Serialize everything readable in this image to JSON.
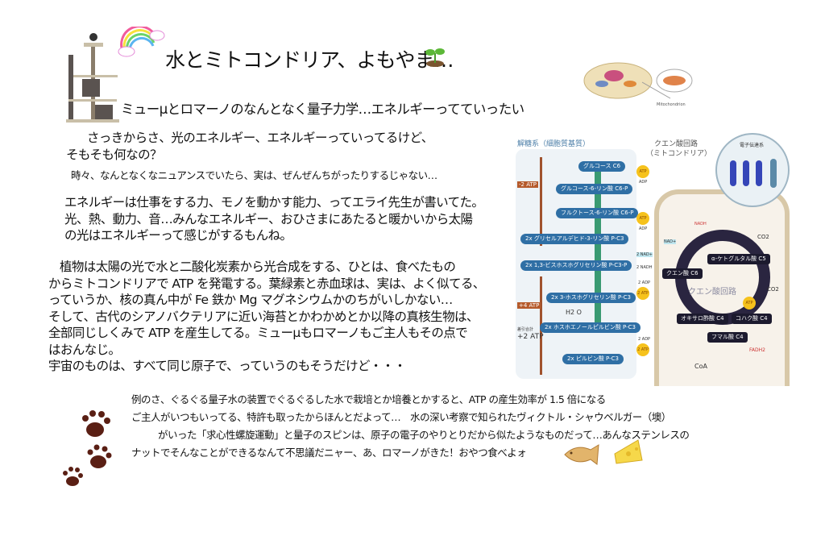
{
  "header": {
    "title": "水とミトコンドリア、よもやま…",
    "subtitle": "ミューμとロマーノのなんとなく量子力学…エネルギーってていったい"
  },
  "body": {
    "para1": [
      "さっきからさ、光のエネルギー、エネルギーっていってるけど、",
      "そもそも何なの？"
    ],
    "para1_note": "時々、なんとなくなニュアンスでいたら、実は、ぜんぜんちがったりするじゃない…",
    "para2": [
      "エネルギーは仕事をする力、モノを動かす能力、ってエライ先生が書いてた。",
      "光、熱、動力、音…みんなエネルギー、おひさまにあたると暖かいから太陽",
      "の光はエネルギーって感じがするもんね。"
    ],
    "para3": [
      "植物は太陽の光で水と二酸化炭素から光合成をする、ひとは、食べたもの",
      "からミトコンドリアで ATP を発電する。葉緑素と赤血球は、実は、よく似てる、",
      "っていうか、核の真ん中が Fe 鉄か Mg マグネシウムかのちがいしかない…",
      "そして、古代のシアノバクテリアに近い海苔とかわかめとか以降の真核生物は、",
      "全部同じしくみで ATP を産生してる。ミューμもロマーノもご主人もその点で",
      "はおんなじ。",
      "宇宙のものは、すべて同じ原子で、っていうのもそうだけど・・・"
    ],
    "bottom": [
      "例のさ、ぐるぐる量子水の装置でぐるぐるした水で栽培とか培養とかすると、ATP の産生効率が 1.5 倍になる",
      "ご主人がいつもいってる、特許も取ったからほんとだよって…　水の深い考察で知られたヴィクトル・シャウベルガー（墺）",
      "がいった「求心性螺旋運動」と量子のスピンは、原子の電子のやりとりだから似たようなものだって…あんなステンレスの",
      "ナットでそんなことができるなんて不思議だニャー、あ、ロマーノがきた！おやつ食べよォ"
    ]
  },
  "figure": {
    "mito_label": "Mitochondrion",
    "glycolysis_title": "解糖系（細胞質基質）",
    "tca_title": [
      "クエン酸回路",
      "（ミトコンドリア）"
    ],
    "etc_title": "電子伝達系",
    "glyco_steps": [
      "グルコース C6",
      "グルコース-6-リン酸 C6-P",
      "フルクトース-6-リン酸 C6-P",
      "2x グリセルアルデヒド-3-リン酸 P-C3",
      "2x 1,3-ビスホスホグリセリン酸 P-C3-P",
      "2x 3-ホスホグリセリン酸 P-C3",
      "2x ホスホエノールピルビン酸 P-C3",
      "2x ピルビン酸 P-C3"
    ],
    "side_labels": {
      "minus": "-2 ATP",
      "plus": "+4 ATP",
      "net_label": "差引合計",
      "net": "+2 ATP",
      "h2o": "H2 O"
    },
    "atp": "ATP",
    "adp": "ADP",
    "two_atp": "2 ATP",
    "two_adp": "2 ADP",
    "nad": "2 NAD+",
    "nadh": "2 NADH",
    "tca_center": "クエン酸回路",
    "tca_steps": [
      "α-ケトグルタル酸 C5",
      "クエン酸 C6",
      "コハク酸 C4",
      "オキサロ酢酸 C4",
      "フマル酸 C4"
    ],
    "tca_labels": {
      "co2": "CO2",
      "coa": "CoA",
      "fadh2": "FADH2",
      "nadh": "NADH",
      "nadp": "NAD+"
    }
  },
  "colors": {
    "blue": "#2f6fa5",
    "dark": "#1c1a2e",
    "green": "#3a9a72",
    "atp": "#f6c21c"
  }
}
